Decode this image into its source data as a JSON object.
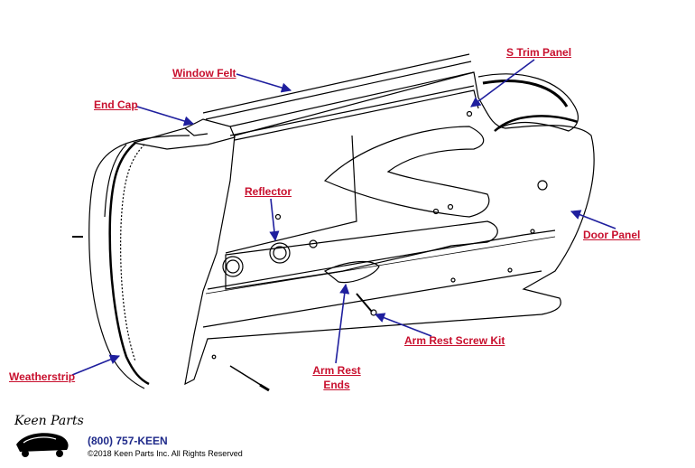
{
  "labels": {
    "window_felt": "Window Felt",
    "s_trim_panel": "S Trim Panel",
    "end_cap": "End Cap",
    "reflector": "Reflector",
    "door_panel": "Door Panel",
    "arm_rest_screw_kit": "Arm Rest Screw Kit",
    "arm_rest_ends_line1": "Arm Rest",
    "arm_rest_ends_line2": "Ends",
    "weatherstrip": "Weatherstrip"
  },
  "footer": {
    "phone": "(800) 757-KEEN",
    "copyright": "©2018 Keen Parts Inc. All Rights Reserved"
  },
  "colors": {
    "label": "#c8102e",
    "arrow": "#1f1f9e",
    "line": "#000000"
  }
}
